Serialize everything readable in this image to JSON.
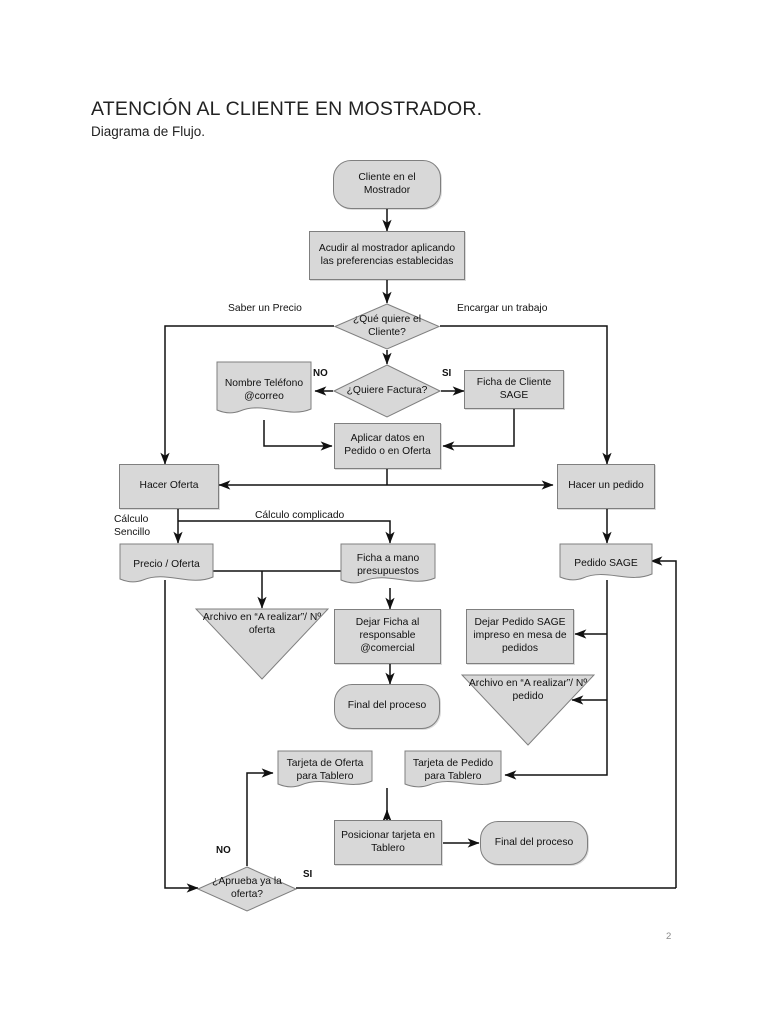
{
  "document": {
    "title": "ATENCIÓN AL CLIENTE EN MOSTRADOR.",
    "subtitle": "Diagrama de Flujo.",
    "page_number": "2"
  },
  "colors": {
    "node_fill": "#d8d8d8",
    "node_border": "#7f7f7f",
    "connector": "#111111",
    "text": "#111111",
    "page_background": "#ffffff"
  },
  "nodes": {
    "start": {
      "label": "Cliente en el Mostrador",
      "shape": "terminator"
    },
    "acudir": {
      "label": "Acudir al mostrador aplicando las preferencias establecidas",
      "shape": "process"
    },
    "que_quiere": {
      "label": "¿Qué quiere el Cliente?",
      "shape": "decision"
    },
    "quiere_factura": {
      "label": "¿Quiere Factura?",
      "shape": "decision"
    },
    "nombre_telefono": {
      "label": "Nombre Teléfono @correo",
      "shape": "document"
    },
    "ficha_cliente": {
      "label": "Ficha de Cliente SAGE",
      "shape": "process"
    },
    "aplicar_datos": {
      "label": "Aplicar datos en Pedido o en Oferta",
      "shape": "process"
    },
    "hacer_oferta": {
      "label": "Hacer Oferta",
      "shape": "process"
    },
    "hacer_pedido": {
      "label": "Hacer un pedido",
      "shape": "process"
    },
    "precio_oferta": {
      "label": "Precio / Oferta",
      "shape": "document"
    },
    "ficha_mano": {
      "label": "Ficha a mano presupuestos",
      "shape": "document"
    },
    "pedido_sage": {
      "label": "Pedido SAGE",
      "shape": "document"
    },
    "archivo_oferta": {
      "label": "Archivo en “A realizar”/ Nº oferta",
      "shape": "triangle"
    },
    "dejar_ficha": {
      "label": "Dejar Ficha al responsable @comercial",
      "shape": "process"
    },
    "dejar_pedido": {
      "label": "Dejar Pedido SAGE impreso en mesa de pedidos",
      "shape": "process"
    },
    "final_1": {
      "label": "Final del proceso",
      "shape": "terminator"
    },
    "archivo_pedido": {
      "label": "Archivo en “A realizar”/ Nº pedido",
      "shape": "triangle"
    },
    "tarjeta_oferta": {
      "label": "Tarjeta de Oferta para Tablero",
      "shape": "document"
    },
    "tarjeta_pedido": {
      "label": "Tarjeta de Pedido para Tablero",
      "shape": "document"
    },
    "posicionar": {
      "label": "Posicionar tarjeta en Tablero",
      "shape": "process"
    },
    "final_2": {
      "label": "Final del proceso",
      "shape": "terminator"
    },
    "aprueba": {
      "label": "¿Aprueba ya la oferta?",
      "shape": "decision"
    }
  },
  "edge_labels": {
    "saber_precio": "Saber un Precio",
    "encargar_trabajo": "Encargar un trabajo",
    "factura_no": "NO",
    "factura_si": "SI",
    "calculo_sencillo": "Cálculo Sencillo",
    "calculo_complicado": "Cálculo complicado",
    "aprueba_no": "NO",
    "aprueba_si": "SI"
  }
}
